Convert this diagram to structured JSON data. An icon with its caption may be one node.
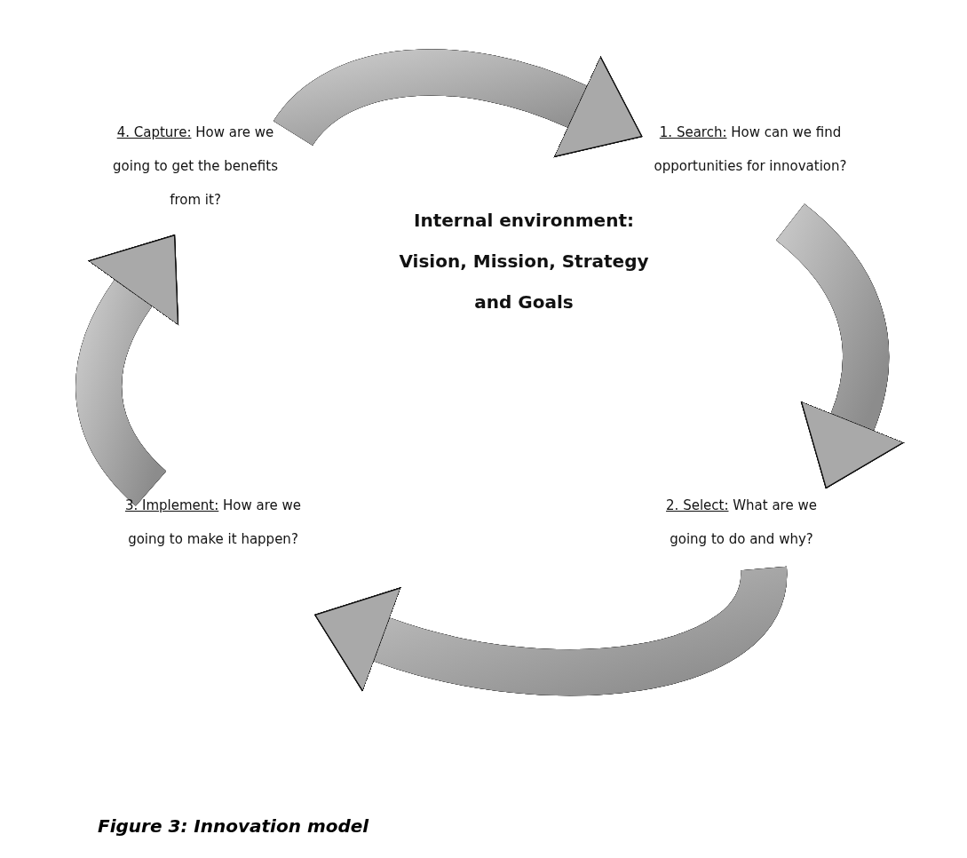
{
  "diagram": {
    "caption": "Figure 3: Innovation model",
    "nodes": [
      {
        "text": [
          "4. Capture:",
          "How are we going to get the benefits from it?"
        ]
      },
      {
        "text": [
          "1. Search:",
          "How can we find opportunities for innovation?"
        ]
      },
      {
        "text": [
          "2. Select:",
          "What are we going to do and why?"
        ]
      },
      {
        "text": [
          "3. Implement:",
          "How are we going to make it happen?"
        ]
      },
      {
        "text": [
          "Internal environment: Vision, Mission, Strategy and Goals"
        ]
      }
    ],
    "edges": [
      {
        "from": 0,
        "to": 1,
        "arrow": "to"
      },
      {
        "from": 1,
        "to": 2,
        "arrow": "to"
      },
      {
        "from": 2,
        "to": 3,
        "arrow": "to"
      },
      {
        "from": 3,
        "to": 0,
        "arrow": "to"
      }
    ]
  }
}
